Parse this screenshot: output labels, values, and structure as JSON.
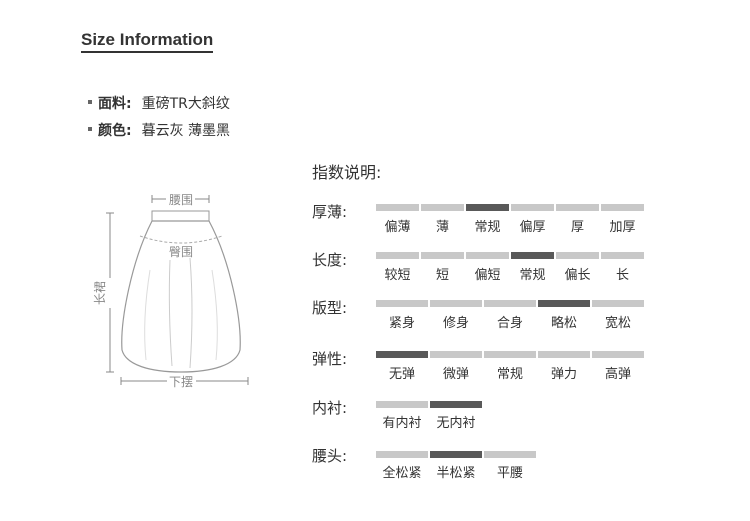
{
  "title": "Size Information",
  "specs": [
    {
      "key": "面料:",
      "value": "重磅TR大斜纹"
    },
    {
      "key": "颜色:",
      "value": "暮云灰 薄墨黑"
    }
  ],
  "diagram": {
    "waist": "腰围",
    "hip": "臀围",
    "length": "长裙",
    "hem": "下摆"
  },
  "index": {
    "title": "指数说明:",
    "rows": [
      {
        "label": "厚薄:",
        "options": [
          "偏薄",
          "薄",
          "常规",
          "偏厚",
          "厚",
          "加厚"
        ],
        "selected": 2
      },
      {
        "label": "长度:",
        "options": [
          "较短",
          "短",
          "偏短",
          "常规",
          "偏长",
          "长"
        ],
        "selected": 3
      },
      {
        "label": "版型:",
        "options": [
          "紧身",
          "修身",
          "合身",
          "略松",
          "宽松"
        ],
        "selected": 3
      },
      {
        "label": "弹性:",
        "options": [
          "无弹",
          "微弹",
          "常规",
          "弹力",
          "高弹"
        ],
        "selected": 0
      },
      {
        "label": "内衬:",
        "options": [
          "有内衬",
          "无内衬"
        ],
        "selected": 1
      },
      {
        "label": "腰头:",
        "options": [
          "全松紧",
          "半松紧",
          "平腰"
        ],
        "selected": 1
      }
    ]
  },
  "colors": {
    "selected": "#595959",
    "unselected": "#c8c8c8"
  }
}
